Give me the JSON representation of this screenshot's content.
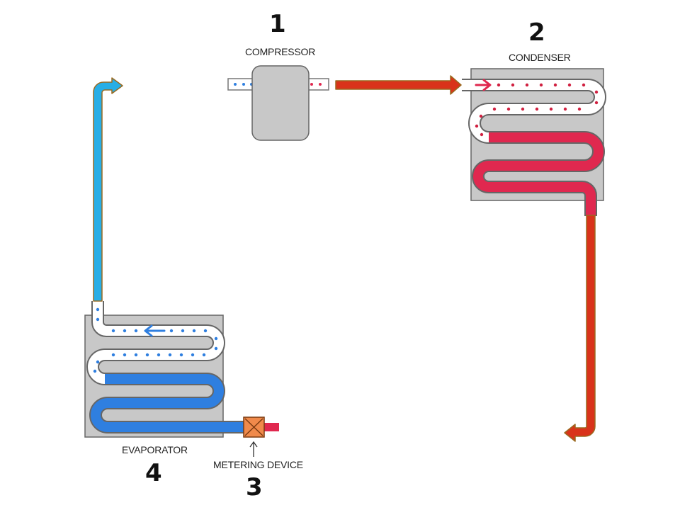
{
  "components": {
    "compressor": {
      "number": "1",
      "label": "COMPRESSOR"
    },
    "condenser": {
      "number": "2",
      "label": "CONDENSER"
    },
    "metering_device": {
      "number": "3",
      "label": "METERING DEVICE"
    },
    "evaporator": {
      "number": "4",
      "label": "EVAPORATOR"
    }
  },
  "colors": {
    "hot_line": "#d9331a",
    "warm_liquid": "#e0284f",
    "cold_liquid": "#2f7fe0",
    "cold_vapor": "#28aee6",
    "unit_fill": "#c8c8c8",
    "metering_fill": "#f08a4b",
    "arrow_outline": "#9a6a20"
  }
}
